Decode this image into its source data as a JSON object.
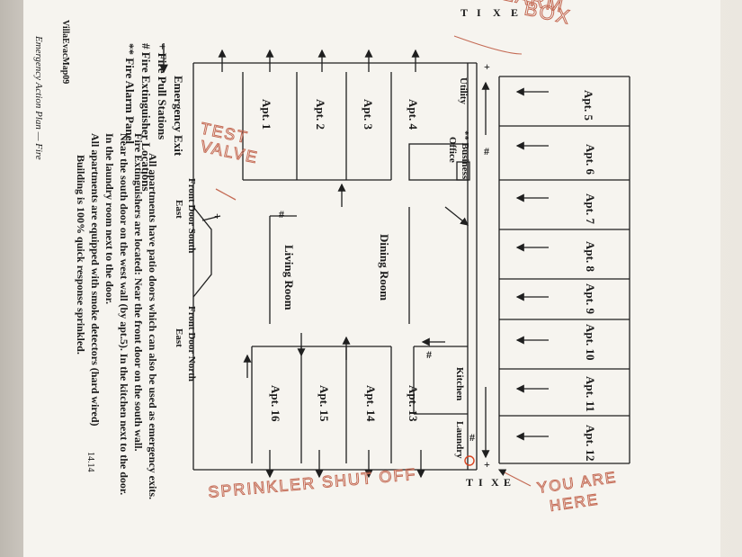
{
  "legend": {
    "alarm": "** Fire Alarm Panel",
    "extinguisher": "# Fire Extinguisher Locations",
    "pull": "+ Fire Pull Stations",
    "exit": "Emergency Exit"
  },
  "map_id": "VillaEvacMap09",
  "footer": {
    "plan": "Emergency Action Plan — Fire",
    "page": "14.14"
  },
  "rooms": {
    "apt1": "Apt. 1",
    "apt2": "Apt. 2",
    "apt3": "Apt. 3",
    "apt4": "Apt. 4",
    "apt5": "Apt. 5",
    "apt6": "Apt. 6",
    "apt7": "Apt. 7",
    "apt8": "Apt. 8",
    "apt9": "Apt. 9",
    "apt10": "Apt. 10",
    "apt11": "Apt. 11",
    "apt12": "Apt. 12",
    "apt13": "Apt. 13",
    "apt14": "Apt. 14",
    "apt15": "Apt. 15",
    "apt16": "Apt. 16",
    "utility": "Utility",
    "business": "** Business",
    "office": "Office",
    "dining": "Dining Room",
    "living": "Living Room",
    "kitchen": "Kitchen",
    "laundry": "Laundry",
    "front_south_1": "Front Door South",
    "front_south_2": "East",
    "front_north_1": "Front Door North",
    "front_north_2": "East"
  },
  "exit_letters": [
    "E",
    "X",
    "I",
    "T"
  ],
  "symbols": {
    "ext": "#",
    "pull": "+"
  },
  "notes": [
    "All apartments have patio doors which can also be used as emergency exits.",
    "Fire Extinguishers are located:  Near the front door on the south wall.",
    "Near the south door on the west wall (by apt.5).   In the kitchen next to the door.",
    "In the laundry room next to the door.",
    "All apartments are equipped with smoke detectors (hard wired)",
    "Building is 100% quick response sprinkled."
  ],
  "handwritten": {
    "alarm_box_1": "ALARM",
    "alarm_box_2": "BOX",
    "test_valve_1": "TEST",
    "test_valve_2": "VALVE",
    "sprinkler": "SPRINKLER SHUT OFF",
    "you_are_here_1": "YOU ARE",
    "you_are_here_2": "HERE"
  }
}
